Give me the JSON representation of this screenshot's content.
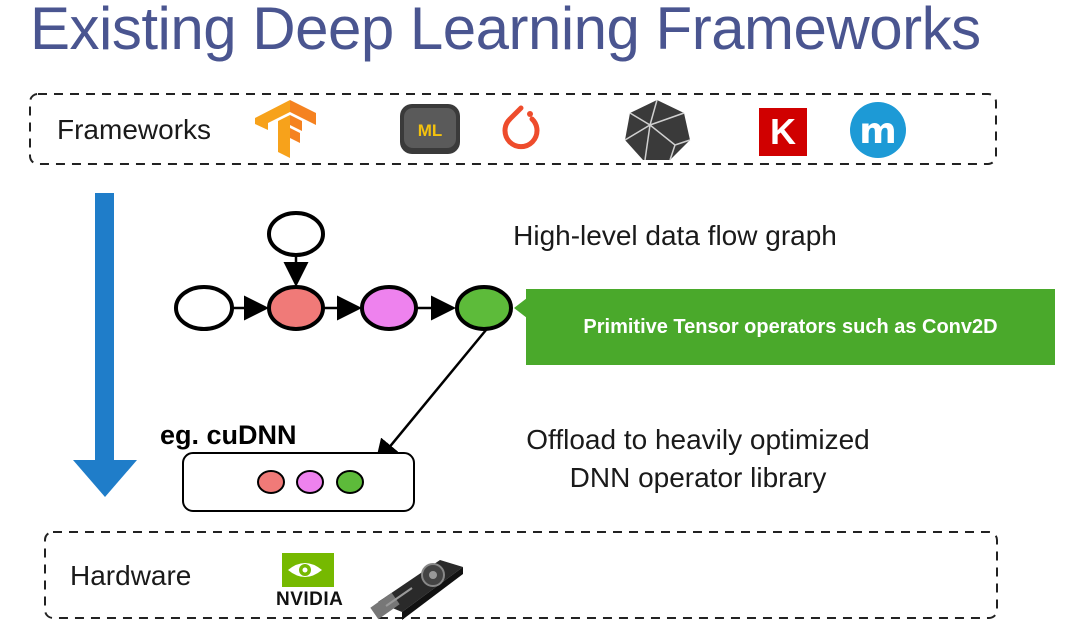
{
  "title": "Existing Deep Learning Frameworks",
  "frameworks": {
    "label": "Frameworks",
    "logos": [
      {
        "name": "tensorflow-logo",
        "glyph": "F"
      },
      {
        "name": "coreml-logo",
        "glyph": "ML"
      },
      {
        "name": "pytorch-logo",
        "glyph": ""
      },
      {
        "name": "mxnet-logo",
        "glyph": ""
      },
      {
        "name": "keras-logo",
        "glyph": "K"
      },
      {
        "name": "mlpack-logo",
        "glyph": "m"
      }
    ]
  },
  "graph": {
    "label": "High-level data flow graph",
    "callout": "Primitive Tensor operators such as Conv2D",
    "node_colors": {
      "white": "#ffffff",
      "red": "#f07a78",
      "pink": "#ee82ee",
      "green": "#5dbb3a"
    }
  },
  "library": {
    "title": "eg. cuDNN",
    "desc_line1": "Offload to heavily optimized",
    "desc_line2": "DNN operator library"
  },
  "hardware": {
    "label": "Hardware",
    "nvidia_text": "NVIDIA"
  },
  "colors": {
    "title": "#4a5590",
    "arrow_blue": "#1f7dc9",
    "callout_green": "#4aa92b"
  }
}
